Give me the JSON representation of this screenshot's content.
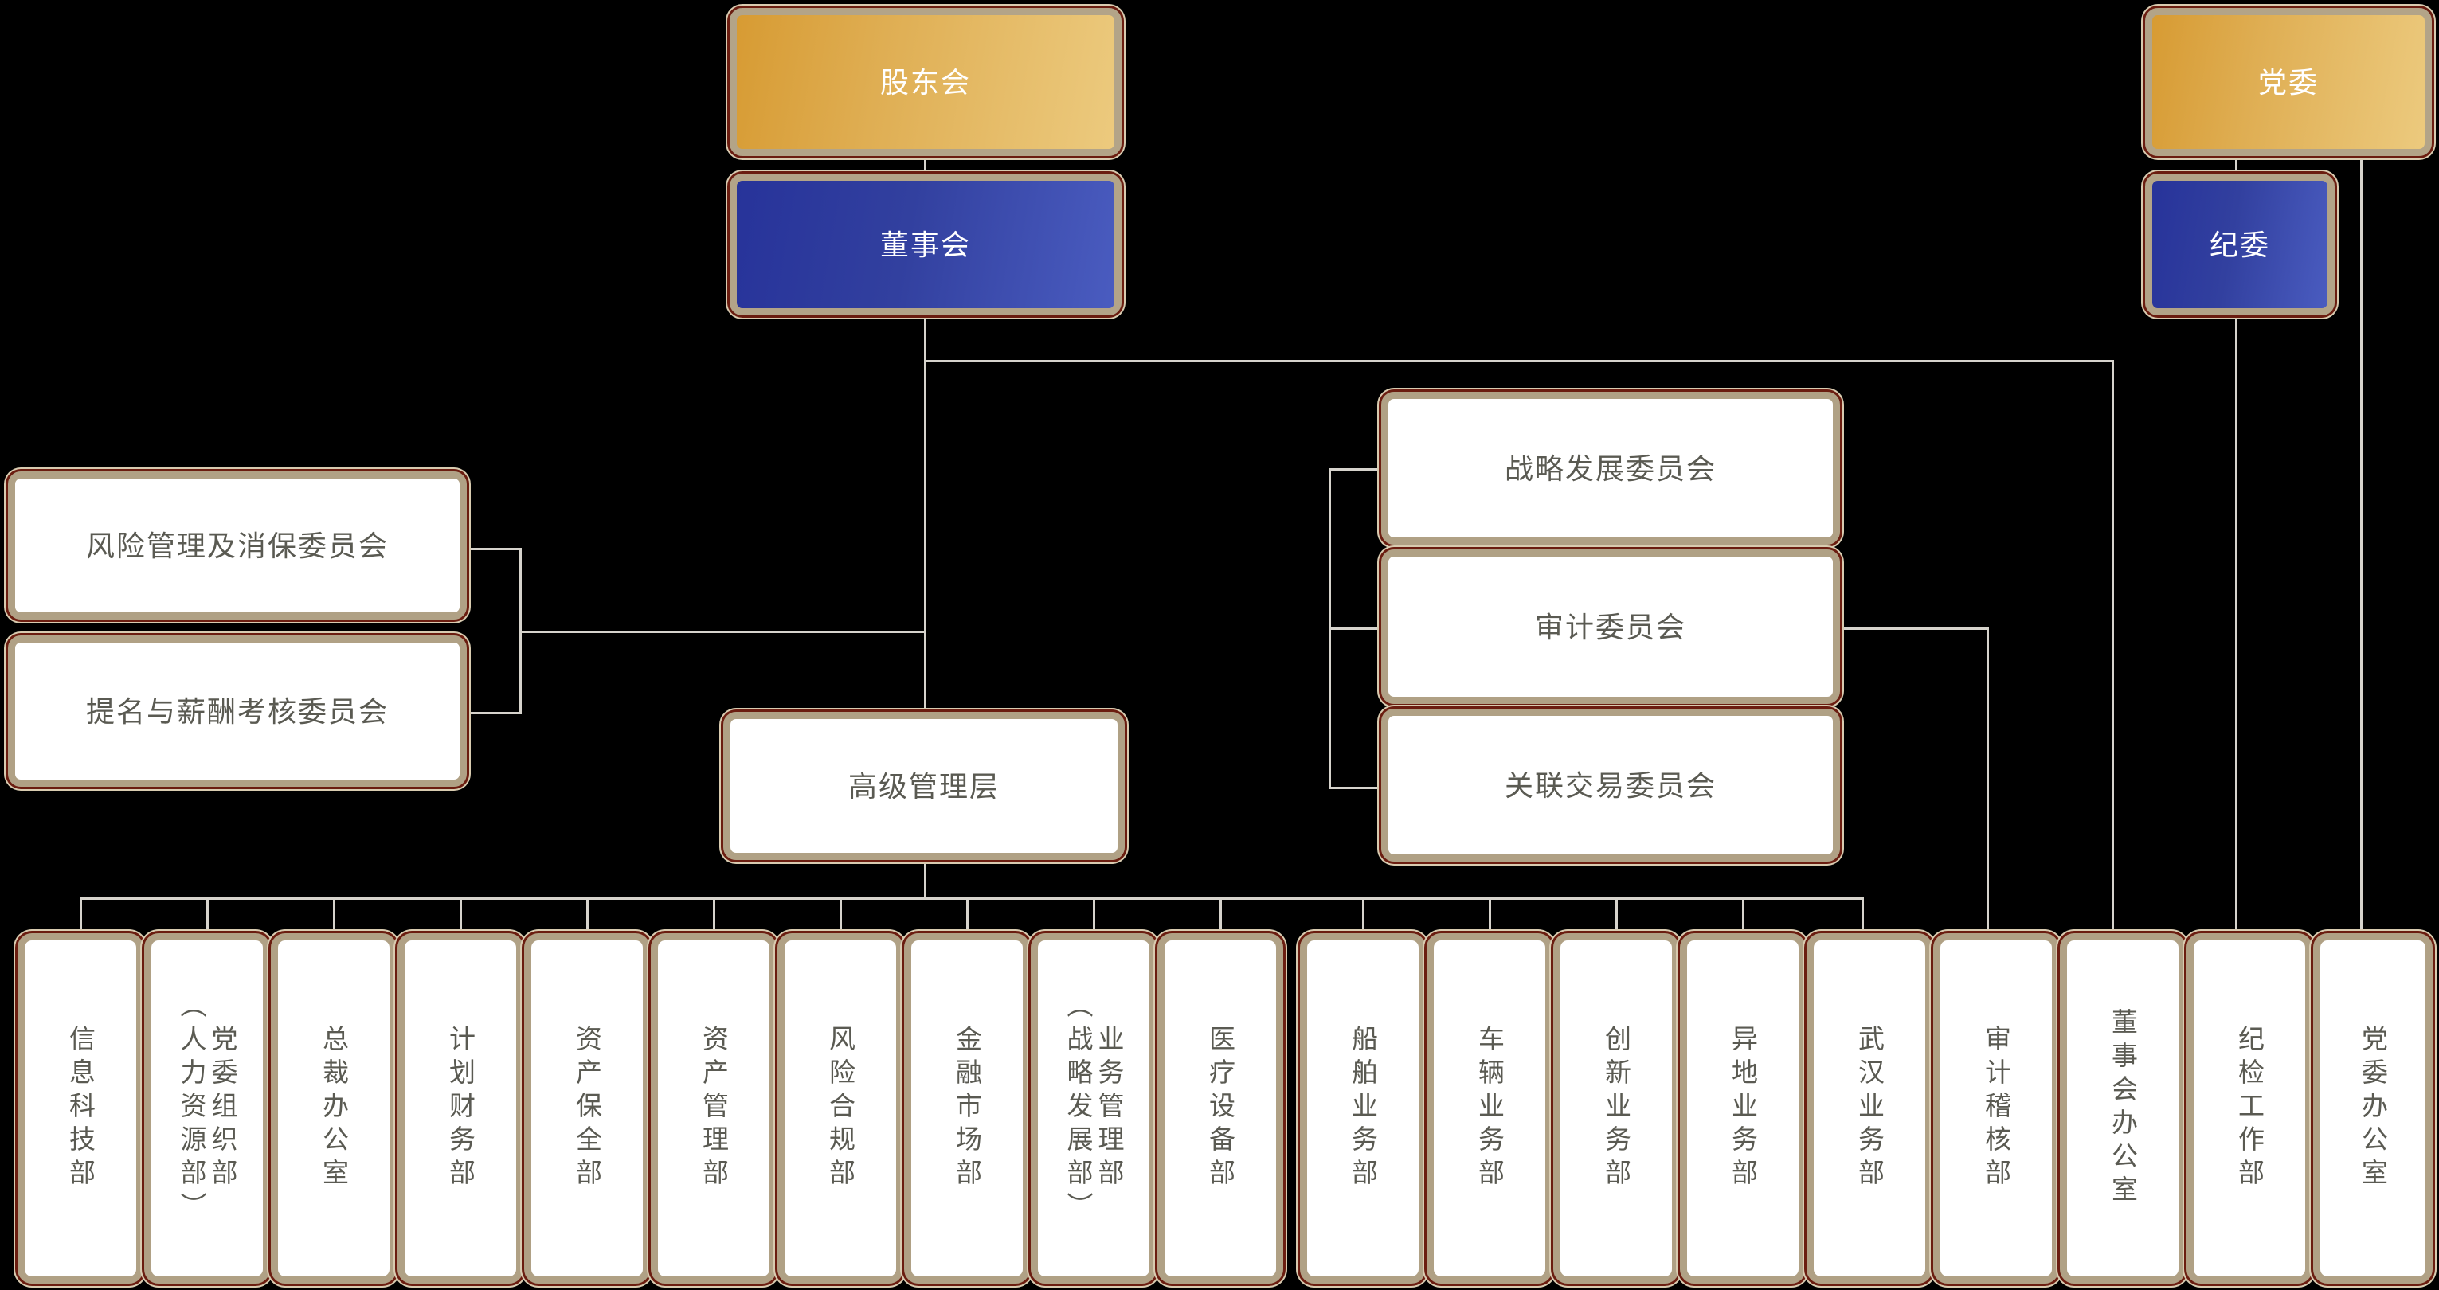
{
  "chart_title": "",
  "palette": {
    "background": "#000000",
    "box_border": "#b0a185",
    "box_fill_white": "#ffffff",
    "gold_start": "#d79b33",
    "gold_end": "#ecca7e",
    "blue_start": "#27339a",
    "blue_end": "#4a5cc0",
    "text_dark": "#5a5a52",
    "text_light": "#ffffff",
    "connector": "#d6d3cc"
  },
  "governance": {
    "shareholders": "股东会",
    "board": "董事会",
    "party_committee": "党委",
    "discipline_committee": "纪委",
    "senior_management": "高级管理层"
  },
  "left_committees": [
    {
      "label": "风险管理及消保委员会"
    },
    {
      "label": "提名与薪酬考核委员会"
    }
  ],
  "right_committees": [
    {
      "label": "战略发展委员会"
    },
    {
      "label": "审计委员会"
    },
    {
      "label": "关联交易委员会"
    }
  ],
  "departments": [
    {
      "main": "信息科技部",
      "sub": ""
    },
    {
      "main": "党委组织部",
      "sub": "（人力资源部）"
    },
    {
      "main": "总裁办公室",
      "sub": ""
    },
    {
      "main": "计划财务部",
      "sub": ""
    },
    {
      "main": "资产保全部",
      "sub": ""
    },
    {
      "main": "资产管理部",
      "sub": ""
    },
    {
      "main": "风险合规部",
      "sub": ""
    },
    {
      "main": "金融市场部",
      "sub": ""
    },
    {
      "main": "业务管理部",
      "sub": "（战略发展部）"
    },
    {
      "main": "医疗设备部",
      "sub": ""
    },
    {
      "main": "船舶业务部",
      "sub": ""
    },
    {
      "main": "车辆业务部",
      "sub": ""
    },
    {
      "main": "创新业务部",
      "sub": ""
    },
    {
      "main": "异地业务部",
      "sub": ""
    },
    {
      "main": "武汉业务部",
      "sub": ""
    },
    {
      "main": "审计稽核部",
      "sub": ""
    },
    {
      "main": "董事会办公室",
      "sub": ""
    },
    {
      "main": "纪检工作部",
      "sub": ""
    },
    {
      "main": "党委办公室",
      "sub": ""
    }
  ]
}
